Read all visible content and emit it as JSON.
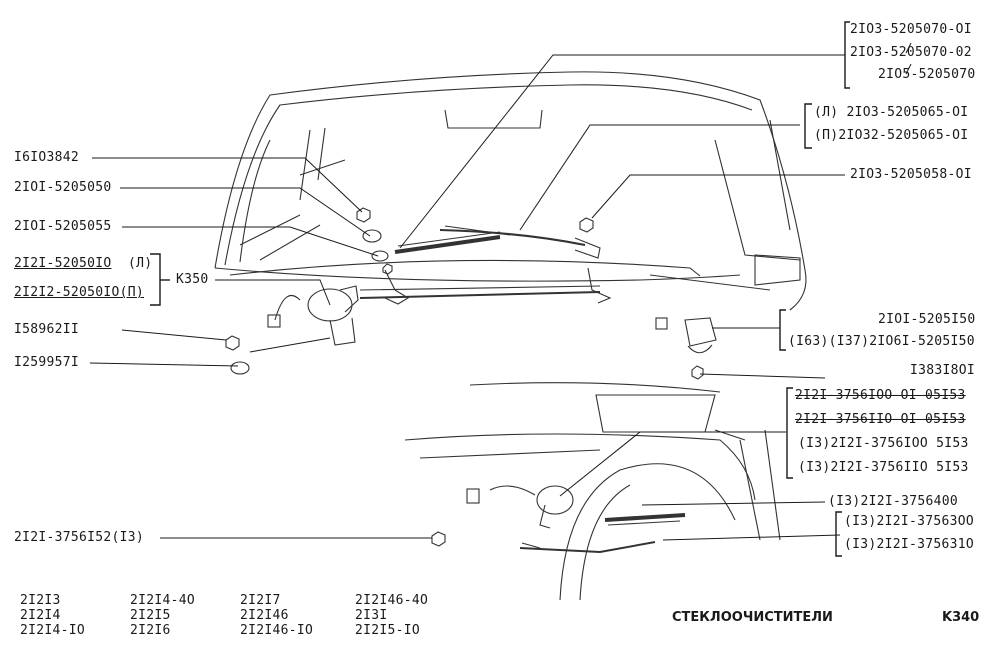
{
  "part_labels": {
    "l1": "2IO3-5205070-OI",
    "l2": "2IO3-5205070-02",
    "l3": "2IO5-5205070",
    "l4": "(Л) 2IO3-5205065-OI",
    "l5": "(П)2IO32-5205065-OI",
    "l6": "I6IO3842",
    "l7": "2IOI-5205050",
    "l8": "2IO3-5205058-OI",
    "l9": "2IOI-5205055",
    "l10": "2I2I-52050IO",
    "l10s": "(Л)",
    "l11": "2I2I2-52050IO(П)",
    "l12": "K350",
    "l13": "2IOI-5205I50",
    "l14": "I58962II",
    "l15": "(I63)(I37)2IO6I-5205I50",
    "l16": "I259957I",
    "l17": "I383I8OI",
    "l18": "2I2I-3756IOO-OI 05I53",
    "l19": "2I2I-3756IIO-OI 05I53",
    "l20": "(I3)2I2I-3756IOO 5I53",
    "l21": "(I3)2I2I-3756IIO 5I53",
    "l22": "(I3)2I2I-3756400",
    "l23": "2I2I-3756I52(I3)",
    "l24": "(I3)2I2I-37563OO",
    "l25": "(I3)2I2I-375631O"
  },
  "models": {
    "c1": [
      "2I2I3",
      "2I2I4",
      "2I2I4-IO"
    ],
    "c2": [
      "2I2I4-4O",
      "2I2I5",
      "2I2I6"
    ],
    "c3": [
      "2I2I7",
      "2I2I46",
      "2I2I46-IO"
    ],
    "c4": [
      "2I2I46-4O",
      "2I3I",
      "2I2I5-IO"
    ]
  },
  "footer": {
    "title": "СТЕКЛООЧИСТИТЕЛИ",
    "page": "K340"
  },
  "colors": {
    "ink": "#1a1a1a",
    "paper": "#ffffff"
  }
}
